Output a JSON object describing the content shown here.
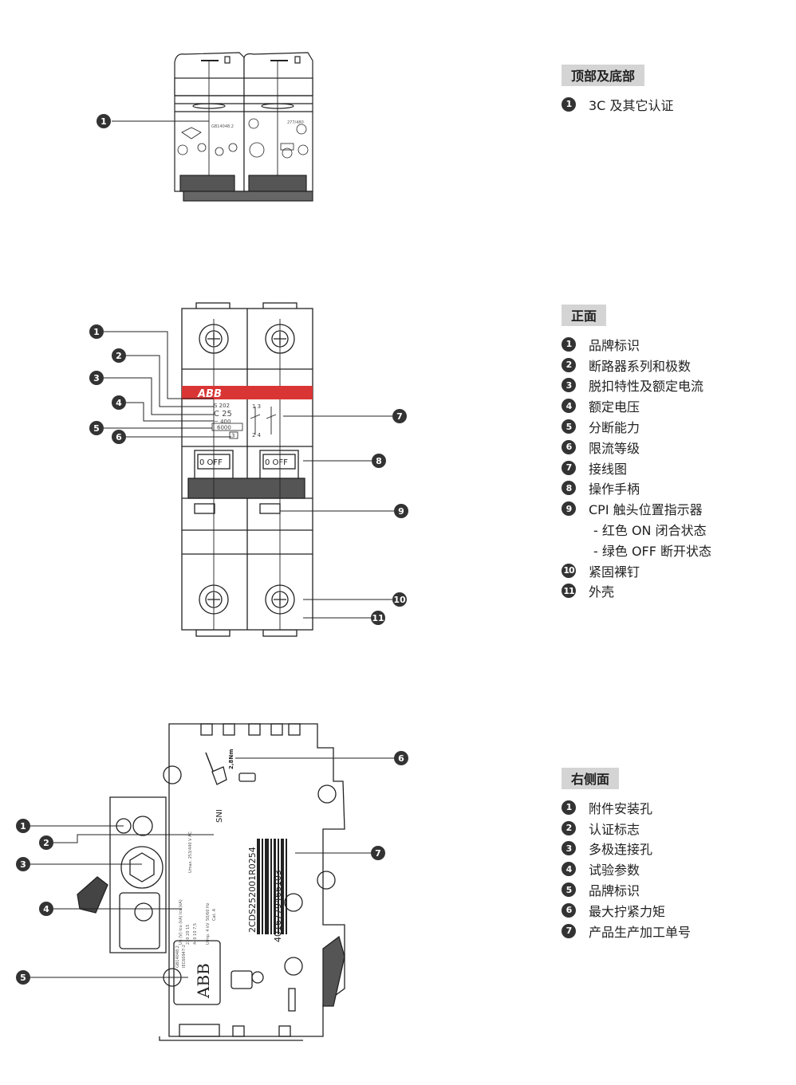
{
  "sections": [
    {
      "title": "顶部及底部",
      "items": [
        {
          "num": "1",
          "text": "3C 及其它认证"
        }
      ]
    },
    {
      "title": "正面",
      "items": [
        {
          "num": "1",
          "text": "品牌标识"
        },
        {
          "num": "2",
          "text": "断路器系列和极数"
        },
        {
          "num": "3",
          "text": "脱扣特性及额定电流"
        },
        {
          "num": "4",
          "text": "额定电压"
        },
        {
          "num": "5",
          "text": "分断能力"
        },
        {
          "num": "6",
          "text": "限流等级"
        },
        {
          "num": "7",
          "text": "接线图"
        },
        {
          "num": "8",
          "text": "操作手柄"
        },
        {
          "num": "9",
          "text": "CPI 触头位置指示器"
        },
        {
          "sub": "- 红色 ON 闭合状态"
        },
        {
          "sub": "- 绿色 OFF 断开状态"
        },
        {
          "num": "10",
          "text": "紧固裸钉"
        },
        {
          "num": "11",
          "text": "外壳"
        }
      ]
    },
    {
      "title": "右侧面",
      "items": [
        {
          "num": "1",
          "text": "附件安装孔"
        },
        {
          "num": "2",
          "text": "认证标志"
        },
        {
          "num": "3",
          "text": "多极连接孔"
        },
        {
          "num": "4",
          "text": "试验参数"
        },
        {
          "num": "5",
          "text": "品牌标识"
        },
        {
          "num": "6",
          "text": "最大拧紧力矩"
        },
        {
          "num": "7",
          "text": "产品生产加工单号"
        }
      ]
    }
  ],
  "front_device": {
    "brand": "ABB",
    "series": "S 202",
    "rating": "C 25",
    "voltage": "~ 400",
    "capacity": "6000",
    "class": "3",
    "handle_text": "0 OFF",
    "diagram_top": "1  3",
    "diagram_bottom": "2  4"
  },
  "side_device": {
    "torque": "2,8Nm",
    "barcode_top": "2CDS252001R0254",
    "barcode_bottom": "4016779466103",
    "umax": "Umax. 253/440 V AC",
    "ue_hdr": "Ue (V)  Icu (kA)  Ics (kA)",
    "ue_row1": "230  20  15",
    "ue_row2": "440  10  7,5",
    "freq": "50/60 Hz",
    "cat": "Cat. A",
    "uimp": "Uimp. 4 kV",
    "std1": "GB14048.2",
    "std2": "IEC60947-2",
    "brand": "ABB",
    "sni": "SNI"
  },
  "callouts": {
    "fig1": [
      "1"
    ],
    "fig2": [
      "1",
      "2",
      "3",
      "4",
      "5",
      "6",
      "7",
      "8",
      "9",
      "10",
      "11"
    ],
    "fig3": [
      "1",
      "2",
      "3",
      "4",
      "5",
      "6",
      "7"
    ]
  }
}
